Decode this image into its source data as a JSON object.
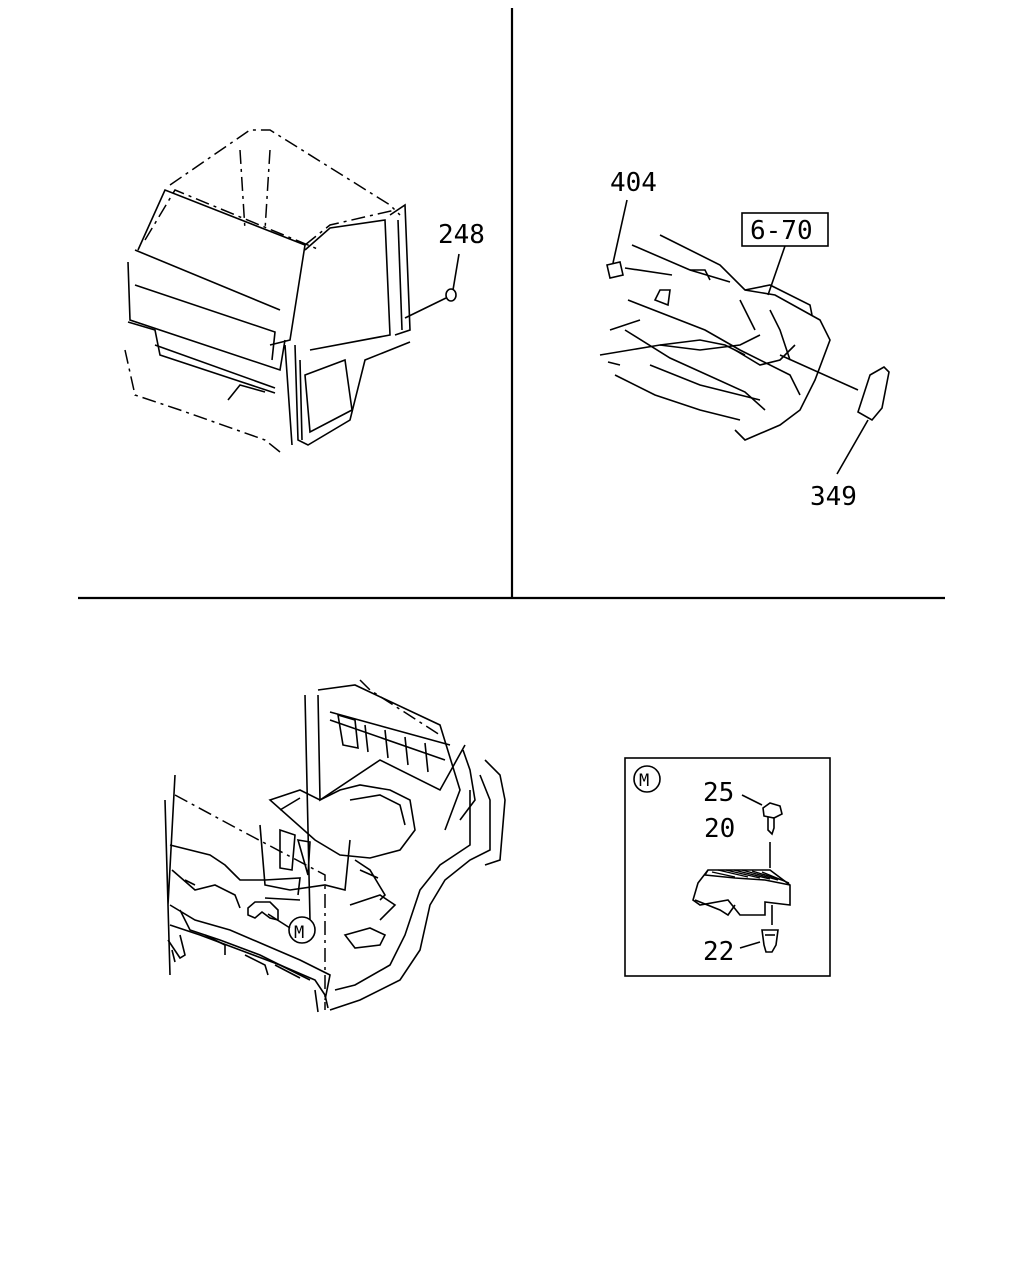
{
  "callouts": {
    "c248": "248",
    "c404": "404",
    "c670": "6-70",
    "c349": "349",
    "c25": "25",
    "c20": "20",
    "c22": "22",
    "detail_marker_main": "M",
    "detail_marker_inset": "M"
  }
}
